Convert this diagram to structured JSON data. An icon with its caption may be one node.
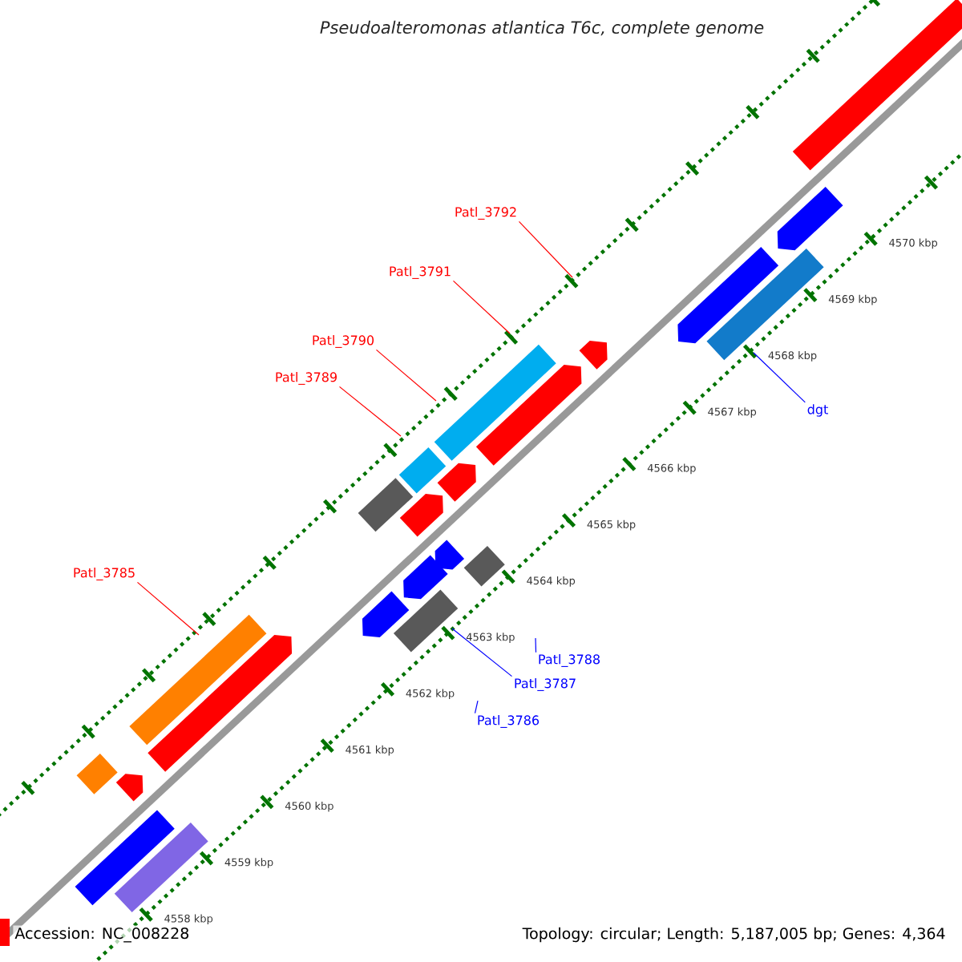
{
  "diagram": {
    "title": "Pseudoalteromonas atlantica T6c, complete genome",
    "nodes": [
      {
        "text": [
          "Patl_3792"
        ]
      },
      {
        "text": [
          "Patl_3791"
        ]
      },
      {
        "text": [
          "Patl_3790"
        ]
      },
      {
        "text": [
          "Patl_3789"
        ]
      },
      {
        "text": [
          "Patl_3785"
        ]
      },
      {
        "text": [
          "dgt"
        ]
      },
      {
        "text": [
          "Patl_3788"
        ]
      },
      {
        "text": [
          "Patl_3787"
        ]
      },
      {
        "text": [
          "Patl_3786"
        ]
      }
    ],
    "edges": [
      {
        "from": 0,
        "to": null,
        "arrow": "none"
      },
      {
        "from": 1,
        "to": null,
        "arrow": "none"
      },
      {
        "from": 2,
        "to": null,
        "arrow": "none"
      },
      {
        "from": 3,
        "to": null,
        "arrow": "none"
      },
      {
        "from": 4,
        "to": null,
        "arrow": "none"
      },
      {
        "from": 5,
        "to": null,
        "arrow": "none",
        "color": "#0000ff"
      },
      {
        "from": 6,
        "to": null,
        "arrow": "none",
        "color": "#0000ff"
      },
      {
        "from": 7,
        "to": null,
        "arrow": "none",
        "color": "#0000ff"
      },
      {
        "from": 8,
        "to": null,
        "arrow": "none",
        "color": "#0000ff"
      }
    ],
    "labels": [
      "4570 kbp",
      "4569 kbp",
      "4568 kbp",
      "4567 kbp",
      "4566 kbp",
      "4565 kbp",
      "4564 kbp",
      "4563 kbp",
      "4562 kbp",
      "4561 kbp",
      "4560 kbp",
      "4559 kbp",
      "4558 kbp",
      "Accession: NC_008228",
      "Topology: circular; Length: 5,187,005 bp; Genes: 4,364"
    ]
  }
}
